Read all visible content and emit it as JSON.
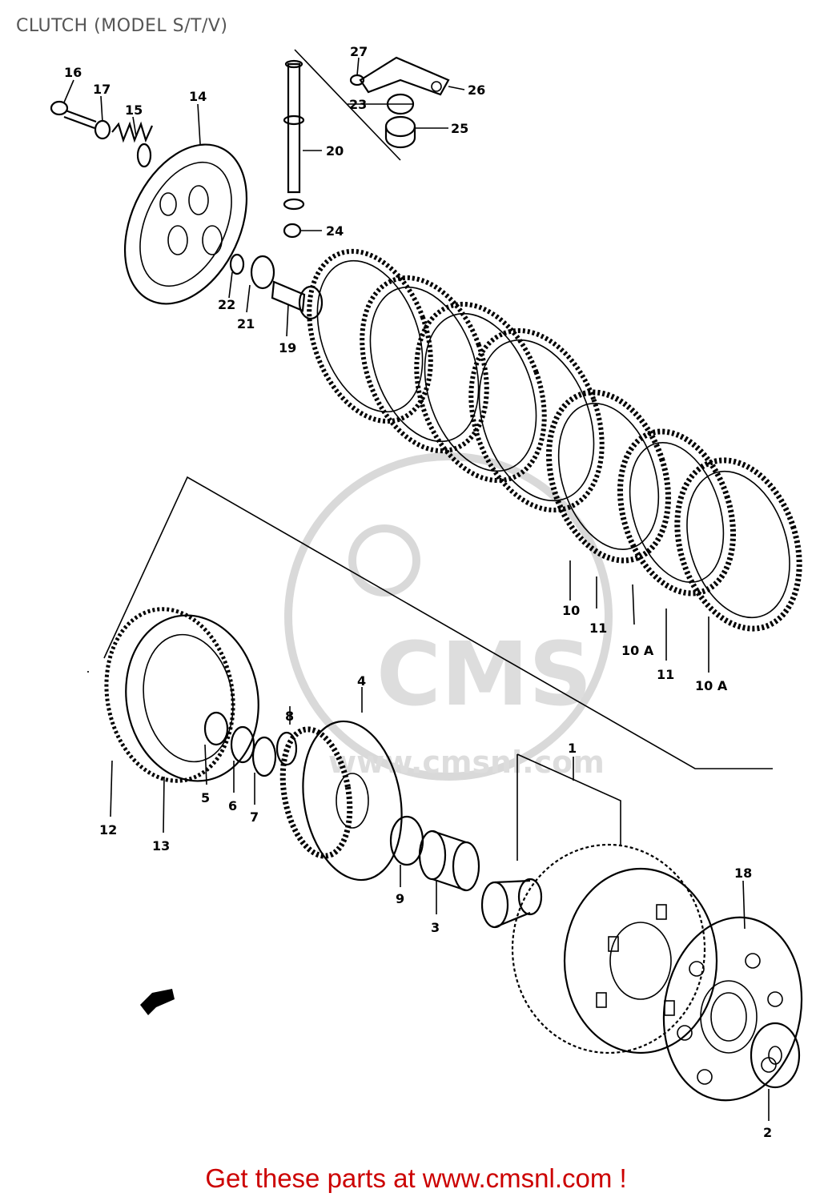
{
  "title": "CLUTCH (MODEL S/T/V)",
  "watermark": {
    "brand": "CMS",
    "url": "www.cmsnl.com"
  },
  "footer": {
    "text": "Get these parts at www.cmsnl.com !"
  },
  "colors": {
    "footer": "#cc0000",
    "ink": "#000000",
    "watermark": "#d9d9d9",
    "title": "#555555"
  },
  "parts": [
    {
      "ref": "1",
      "label": "1"
    },
    {
      "ref": "2",
      "label": "2"
    },
    {
      "ref": "3",
      "label": "3"
    },
    {
      "ref": "4",
      "label": "4"
    },
    {
      "ref": "5",
      "label": "5"
    },
    {
      "ref": "6",
      "label": "6"
    },
    {
      "ref": "7",
      "label": "7"
    },
    {
      "ref": "8",
      "label": "8"
    },
    {
      "ref": "9",
      "label": "9"
    },
    {
      "ref": "10",
      "label": "10"
    },
    {
      "ref": "10A",
      "label": "10 A"
    },
    {
      "ref": "10A",
      "label": "10 A"
    },
    {
      "ref": "11",
      "label": "11"
    },
    {
      "ref": "11",
      "label": "11"
    },
    {
      "ref": "12",
      "label": "12"
    },
    {
      "ref": "13",
      "label": "13"
    },
    {
      "ref": "14",
      "label": "14"
    },
    {
      "ref": "15",
      "label": "15"
    },
    {
      "ref": "16",
      "label": "16"
    },
    {
      "ref": "17",
      "label": "17"
    },
    {
      "ref": "18",
      "label": "18"
    },
    {
      "ref": "19",
      "label": "19"
    },
    {
      "ref": "20",
      "label": "20"
    },
    {
      "ref": "21",
      "label": "21"
    },
    {
      "ref": "22",
      "label": "22"
    },
    {
      "ref": "23",
      "label": "23"
    },
    {
      "ref": "24",
      "label": "24"
    },
    {
      "ref": "25",
      "label": "25"
    },
    {
      "ref": "26",
      "label": "26"
    },
    {
      "ref": "27",
      "label": "27"
    }
  ]
}
